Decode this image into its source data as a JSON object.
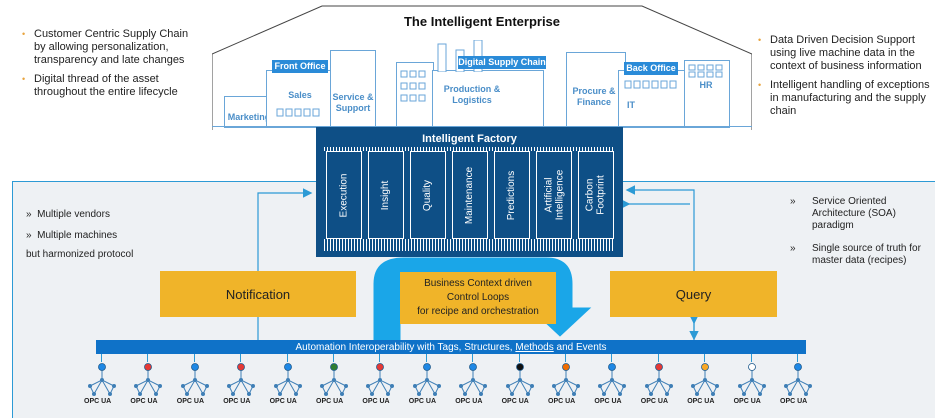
{
  "left_bullets": [
    "Customer Centric Supply Chain by allowing personalization, transparency and late changes",
    "Digital thread of the asset throughout the entire lifecycle"
  ],
  "right_bullets": [
    "Data Driven Decision Support using live machine data in the context of business information",
    "Intelligent handling of exceptions in manufacturing and the supply chain"
  ],
  "enterprise": {
    "title": "The Intelligent Enterprise",
    "front_office": "Front Office",
    "sales": "Sales",
    "service": "Service & Support",
    "marketing": "Marketing",
    "digital_supply_chain": "Digital Supply Chain",
    "production": "Production & Logistics",
    "back_office": "Back Office",
    "hr": "HR",
    "procure": "Procure & Finance",
    "it": "IT"
  },
  "factory": {
    "title": "Intelligent Factory",
    "columns": [
      "Execution",
      "Insight",
      "Quality",
      "Maintenance",
      "Predictions",
      "Artificial Intelligence",
      "Carbon Footprint"
    ]
  },
  "lower_left": {
    "items": [
      "Multiple vendors",
      "Multiple machines"
    ],
    "note": "but harmonized protocol",
    "marker": "»"
  },
  "lower_right": {
    "items": [
      "Service Oriented Architecture (SOA) paradigm",
      "Single source of truth for master data (recipes)"
    ],
    "marker": "»"
  },
  "notification": "Notification",
  "query": "Query",
  "control_loop": {
    "line1": "Business Context driven",
    "line2": "Control Loops",
    "line3": "for recipe and orchestration"
  },
  "interop_bar": {
    "prefix": "Automation Interoperability with Tags, Structures,",
    "methods": "Methods",
    "suffix": "and Events"
  },
  "opc_label": "OPC UA",
  "opc_dot_colors": [
    "#1e88e5",
    "#e53935",
    "#1e88e5",
    "#e53935",
    "#1e88e5",
    "#2e7d32",
    "#e53935",
    "#1e88e5",
    "#1e88e5",
    "#111111",
    "#ef6c00",
    "#1e88e5",
    "#e53935",
    "#f9a825",
    "#ffffff",
    "#1e88e5"
  ],
  "colors": {
    "accent_orange": "#f0b429",
    "factory_blue": "#0e4f86",
    "bar_blue": "#0f72c8",
    "cyan": "#29b6f6"
  }
}
